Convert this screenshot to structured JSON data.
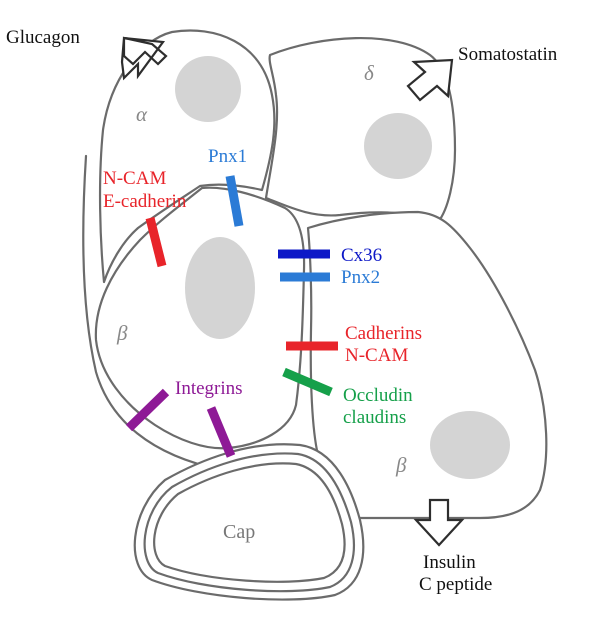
{
  "colors": {
    "red": "#e8242a",
    "blue": "#2b7bd6",
    "dark_blue": "#0d18c7",
    "green": "#16a04a",
    "purple": "#8e1a96",
    "nucleus": "#d4d4d4",
    "outline": "#6b6b6b"
  },
  "hormones": {
    "glucagon": "Glucagon",
    "somatostatin": "Somatostatin",
    "insulin": "Insulin",
    "c_peptide": "C peptide"
  },
  "cells": {
    "alpha": "α",
    "delta": "δ",
    "beta_left": "β",
    "beta_right": "β",
    "capillary": "Cap"
  },
  "molecules": {
    "ncam_1": "N-CAM",
    "ecadherin": "E-cadherin",
    "pnx1": "Pnx1",
    "cx36": "Cx36",
    "pnx2": "Pnx2",
    "cadherins": "Cadherins",
    "ncam_2": "N-CAM",
    "occludin": "Occludin",
    "claudins": "claudins",
    "integrins": "Integrins"
  }
}
